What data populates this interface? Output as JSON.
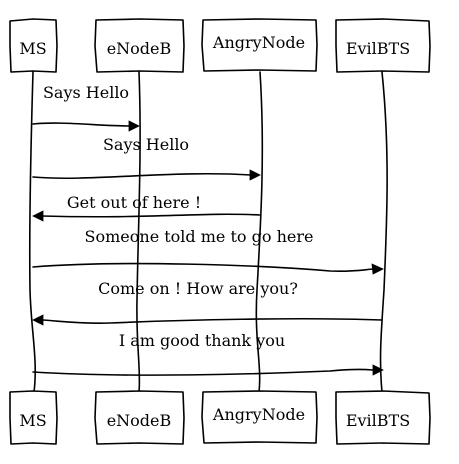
{
  "diagram": {
    "type": "sequence",
    "actors": [
      {
        "id": "ms",
        "label": "MS"
      },
      {
        "id": "enodeb",
        "label": "eNodeB"
      },
      {
        "id": "angrynode",
        "label": "AngryNode"
      },
      {
        "id": "evilbts",
        "label": "EvilBTS"
      }
    ],
    "messages": [
      {
        "from": "MS",
        "to": "eNodeB",
        "label": "Says Hello"
      },
      {
        "from": "MS",
        "to": "AngryNode",
        "label": "Says Hello"
      },
      {
        "from": "AngryNode",
        "to": "MS",
        "label": "Get out of here !"
      },
      {
        "from": "MS",
        "to": "EvilBTS",
        "label": "Someone told me to go here"
      },
      {
        "from": "EvilBTS",
        "to": "MS",
        "label": "Come on ! How are you?"
      },
      {
        "from": "MS",
        "to": "EvilBTS",
        "label": "I am good thank you"
      }
    ]
  }
}
